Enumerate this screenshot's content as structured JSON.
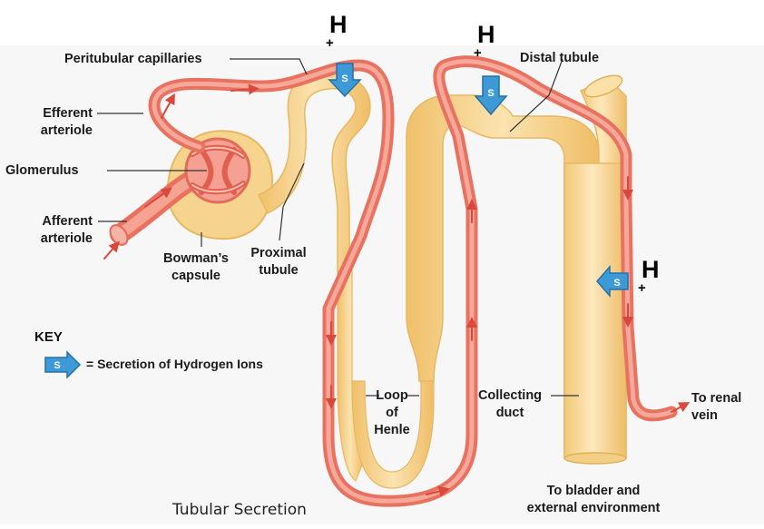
{
  "labels": {
    "peritubular": "Peritubular capillaries",
    "efferent": [
      "Efferent",
      "arteriole"
    ],
    "glomerulus": "Glomerulus",
    "afferent": [
      "Afferent",
      "arteriole"
    ],
    "bowmans": [
      "Bowman’s",
      "capsule"
    ],
    "proximal": [
      "Proximal",
      "tubule"
    ],
    "distal": "Distal tubule",
    "loop": [
      "Loop",
      "of",
      "Henle"
    ],
    "collecting": [
      "Collecting",
      "duct"
    ],
    "renal_vein": [
      "To renal",
      "vein"
    ],
    "bladder": [
      "To bladder and",
      "external environment"
    ]
  },
  "hydrogen": {
    "symbol": "H",
    "charge": "+"
  },
  "secretion_arrow": {
    "letter": "S"
  },
  "key": {
    "title": "KEY",
    "symbol_letter": "S",
    "text": "= Secretion of Hydrogen Ions"
  },
  "caption": "Tubular Secretion",
  "colors": {
    "tubule": "#f6d48e",
    "vessel": "#ee8273",
    "arrow_blue": "#3e9ad6"
  }
}
